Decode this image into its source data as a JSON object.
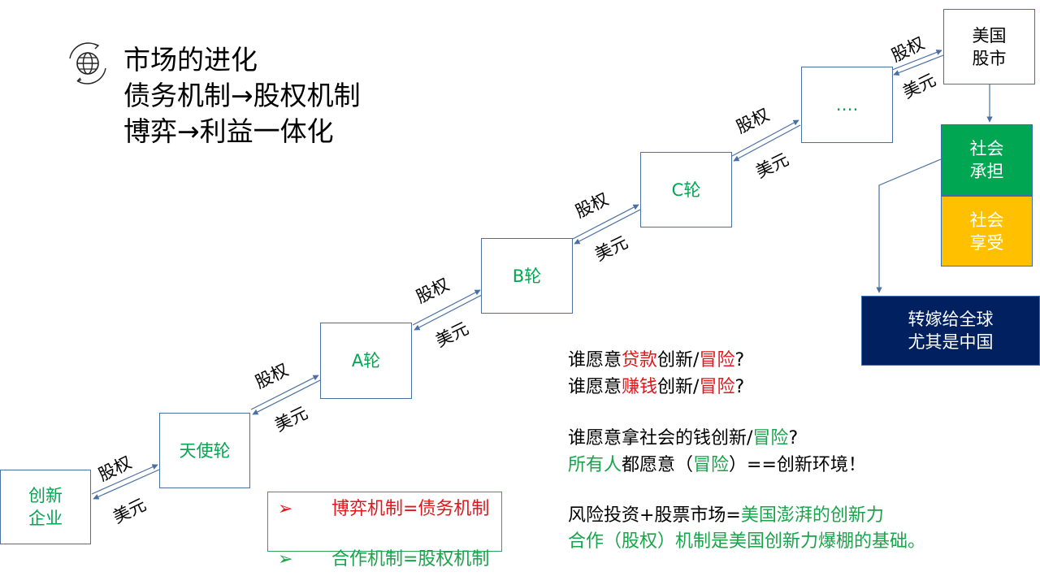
{
  "title": {
    "line1": "市场的进化",
    "line2": "债务机制→股权机制",
    "line3": "博弈→利益一体化"
  },
  "stages": {
    "startup": "创新\n企业",
    "angel": "天使轮",
    "a": "A轮",
    "b": "B轮",
    "c": "C轮",
    "more": "….",
    "us_market": "美国\n股市"
  },
  "flow": {
    "equity": "股权",
    "dollar": "美元"
  },
  "society": {
    "bear": "社会\n承担",
    "enjoy": "社会\n享受",
    "transfer": "转嫁给全球\n尤其是中国"
  },
  "questions": {
    "q1": {
      "a": "谁愿意",
      "b": "贷款",
      "c": "创新/",
      "d": "冒险",
      "e": "?"
    },
    "q2": {
      "a": "谁愿意",
      "b": "赚钱",
      "c": "创新/",
      "d": "冒险",
      "e": "?"
    },
    "q3": {
      "a": "谁愿意拿社会的钱创新/",
      "b": "冒险",
      "c": "?"
    },
    "q4": {
      "a": "所有人",
      "b": "都愿意（",
      "c": "冒险",
      "d": "）==创新环境！"
    },
    "q5": {
      "a": "风险投资+股票市场=",
      "b": "美国澎湃的创新力"
    },
    "q6": {
      "a": "合作（股权）机制是美国创新力爆棚的基础。"
    }
  },
  "mechanisms": {
    "arrow": "➢",
    "game": "博弈机制=债务机制",
    "coop": "合作机制=股权机制"
  },
  "colors": {
    "stage_border": "#4a6fa5",
    "green_text": "#00a651",
    "red_text": "#e3151a",
    "society_bear": "#00a651",
    "society_enjoy": "#ffc000",
    "transfer_bg": "#002060"
  },
  "icons": {
    "title": "globe-cycle-icon"
  }
}
